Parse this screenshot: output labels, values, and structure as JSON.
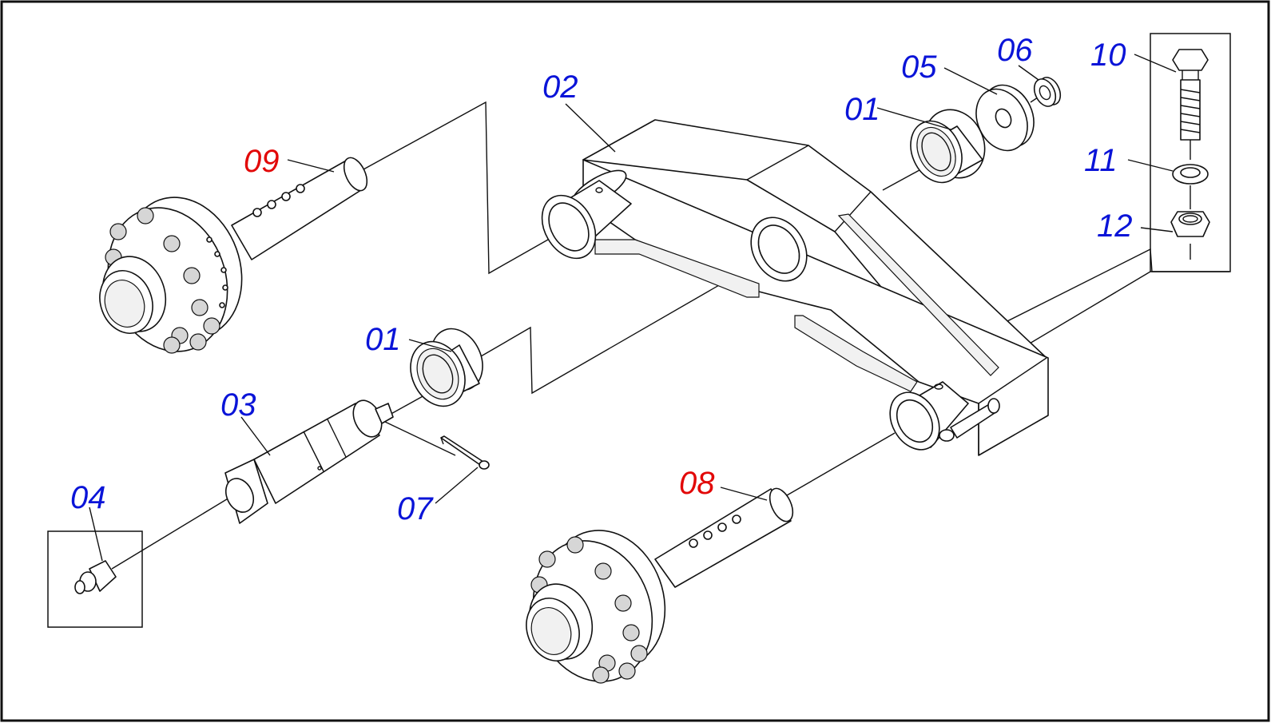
{
  "colors": {
    "standard_part_label": "#0a14d8",
    "highlighted_part_label": "#e20808",
    "line_art": "#111111",
    "background": "#ffffff"
  },
  "callouts": [
    {
      "id": "c01a",
      "text": "01",
      "highlight": false
    },
    {
      "id": "c02",
      "text": "02",
      "highlight": false
    },
    {
      "id": "c05",
      "text": "05",
      "highlight": false
    },
    {
      "id": "c06",
      "text": "06",
      "highlight": false
    },
    {
      "id": "c10",
      "text": "10",
      "highlight": false
    },
    {
      "id": "c11",
      "text": "11",
      "highlight": false
    },
    {
      "id": "c12",
      "text": "12",
      "highlight": false
    },
    {
      "id": "c09",
      "text": "09",
      "highlight": true
    },
    {
      "id": "c01b",
      "text": "01",
      "highlight": false
    },
    {
      "id": "c03",
      "text": "03",
      "highlight": false
    },
    {
      "id": "c04",
      "text": "04",
      "highlight": false
    },
    {
      "id": "c07",
      "text": "07",
      "highlight": false
    },
    {
      "id": "c08",
      "text": "08",
      "highlight": true
    }
  ]
}
